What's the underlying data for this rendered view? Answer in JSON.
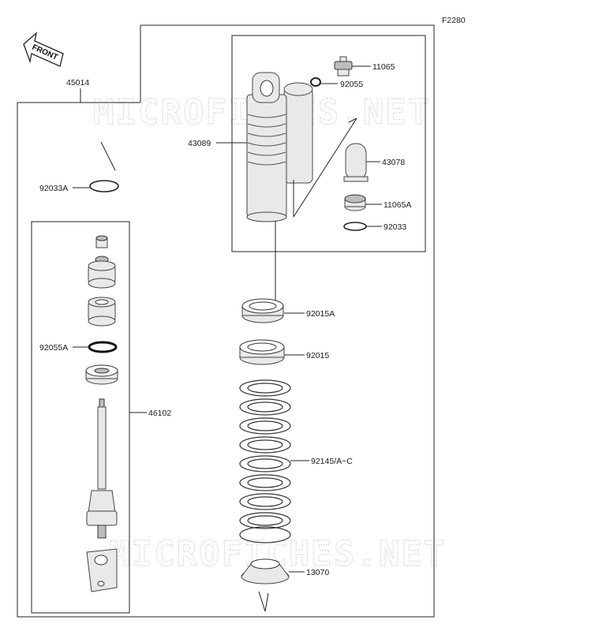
{
  "figure_id": "F2280",
  "front_label": "FRONT",
  "watermark": "MICROFICHES.NET",
  "parts": {
    "p45014": "45014",
    "p43089": "43089",
    "p11065": "11065",
    "p92055_top": "92055",
    "p43078": "43078",
    "p11065A": "11065A",
    "p92033": "92033",
    "p92033A": "92033A",
    "p92015A": "92015A",
    "p92015": "92015",
    "p92055A": "92055A",
    "p46102": "46102",
    "p92145": "92145/A~C",
    "p13070": "13070"
  }
}
